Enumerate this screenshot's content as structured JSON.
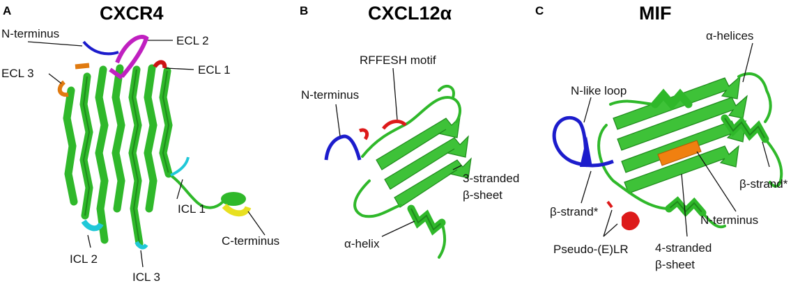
{
  "panels": [
    {
      "letter": "A",
      "title": "CXCR4",
      "labels": {
        "n_terminus": "N-terminus",
        "ecl2": "ECL 2",
        "ecl3": "ECL 3",
        "ecl1": "ECL 1",
        "icl1": "ICL 1",
        "icl2": "ICL 2",
        "icl3": "ICL 3",
        "c_terminus": "C-terminus"
      }
    },
    {
      "letter": "B",
      "title": "CXCL12α",
      "labels": {
        "rffesh": "RFFESH motif",
        "n_terminus": "N-terminus",
        "sheet_line1": "3-stranded",
        "sheet_line2": "β-sheet",
        "helix": "α-helix"
      }
    },
    {
      "letter": "C",
      "title": "MIF",
      "labels": {
        "alpha_helices": "α-helices",
        "n_like_loop": "N-like loop",
        "beta_strand_right": "β-strand*",
        "beta_strand_left": "β-strand*",
        "n_terminus": "N-terminus",
        "pseudo_elr": "Pseudo-(E)LR",
        "sheet_line1": "4-stranded",
        "sheet_line2": "β-sheet"
      }
    }
  ],
  "colors": {
    "backbone": "#2fb82a",
    "n_terminus": "#1c1ccc",
    "ecl2": "#c020c0",
    "ecl3": "#e07a10",
    "ecl1": "#cc1414",
    "icl": "#20c8d8",
    "c_terminus": "#e8e020",
    "motif": "#dd1a1a",
    "strand_highlight": "#f08010"
  }
}
